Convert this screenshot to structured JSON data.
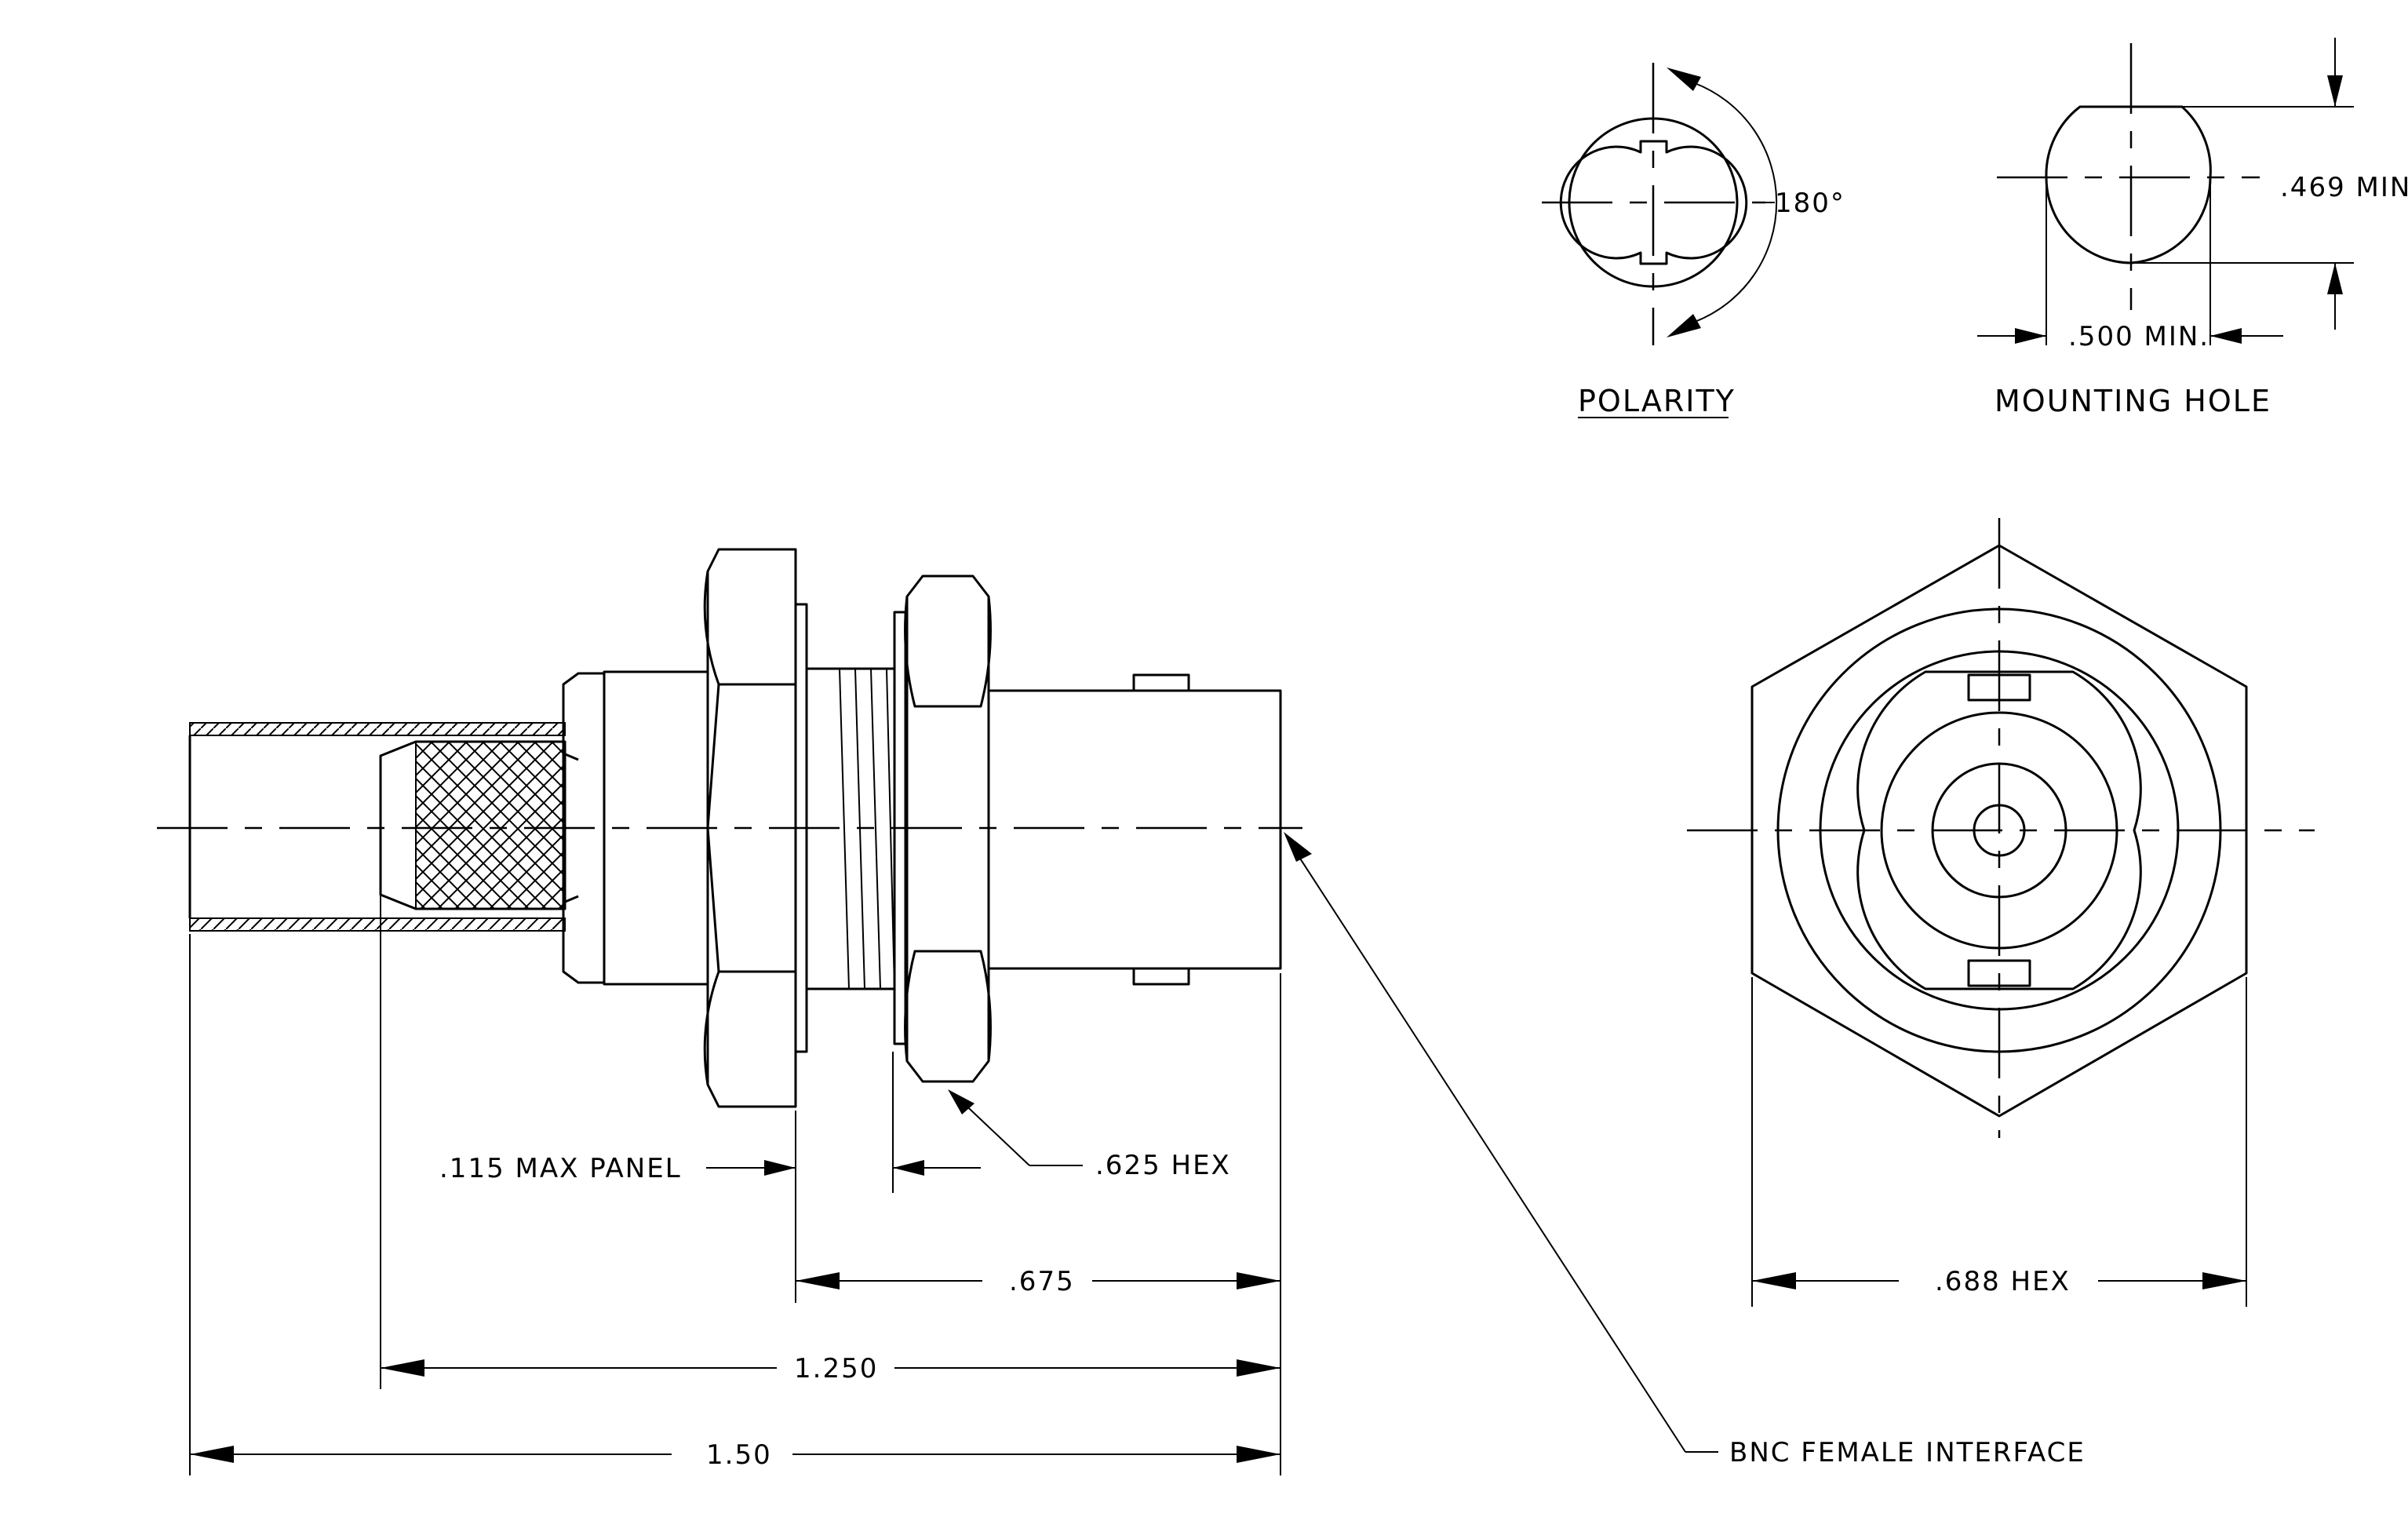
{
  "views": {
    "polarity": {
      "title": "POLARITY",
      "angle": "180°"
    },
    "mounting_hole": {
      "title": "MOUNTING HOLE",
      "width": ".500 MIN.",
      "height": ".469 MIN."
    },
    "side": {
      "panel": ".115 MAX PANEL",
      "nut_hex": ".625 HEX",
      "dim_675": ".675",
      "dim_1250": "1.250",
      "dim_150": "1.50",
      "interface": "BNC FEMALE INTERFACE"
    },
    "end": {
      "hex": ".688 HEX"
    }
  },
  "colors": {
    "line": "#000000",
    "background": "#ffffff"
  }
}
